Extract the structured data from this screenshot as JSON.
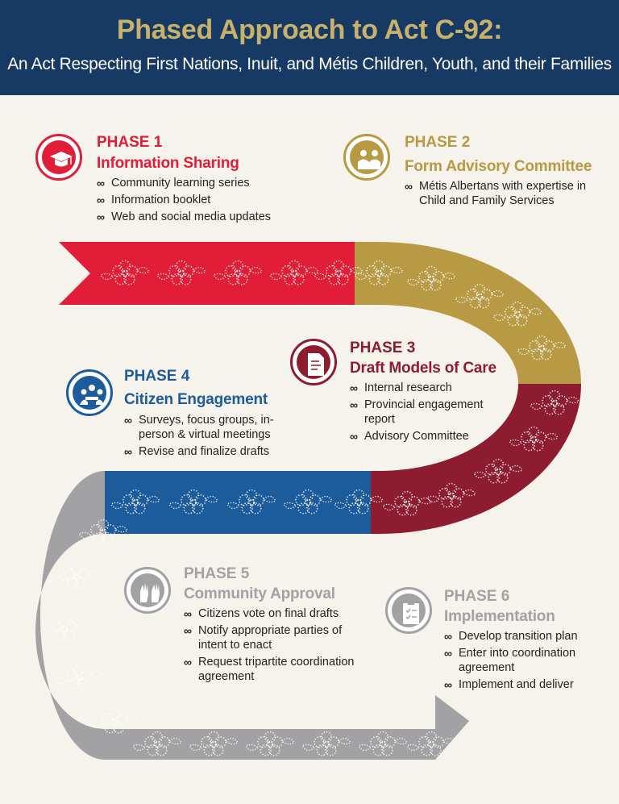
{
  "header": {
    "title": "Phased Approach to Act C-92:",
    "subtitle": "An Act Respecting First Nations, Inuit, and Métis Children, Youth, and their Families"
  },
  "colors": {
    "header_bg": "#163a64",
    "title": "#c8b16a",
    "background": "#f6f3ec",
    "phase1": "#e21d38",
    "phase2": "#b89a45",
    "phase3": "#8d1c30",
    "phase4": "#1c5b9c",
    "phase5": "#a2a2a4",
    "phase6": "#a2a2a4"
  },
  "phases": [
    {
      "label": "PHASE 1",
      "name": "Information Sharing",
      "icon": "graduation-cap-icon",
      "items": [
        "Community learning series",
        "Information booklet",
        "Web and social media updates"
      ]
    },
    {
      "label": "PHASE 2",
      "name": "Form Advisory Committee",
      "icon": "people-group-icon",
      "items": [
        "Métis Albertans with expertise in Child and Family Services"
      ]
    },
    {
      "label": "PHASE 3",
      "name": "Draft Models of Care",
      "icon": "document-pen-icon",
      "items": [
        "Internal research",
        "Provincial engagement report",
        "Advisory Committee"
      ]
    },
    {
      "label": "PHASE 4",
      "name": "Citizen Engagement",
      "icon": "meeting-people-icon",
      "items": [
        "Surveys, focus groups, in-person & virtual meetings",
        "Revise and finalize drafts"
      ]
    },
    {
      "label": "PHASE 5",
      "name": "Community Approval",
      "icon": "raised-hands-icon",
      "items": [
        "Citizens vote on final drafts",
        "Notify appropriate parties of intent to enact",
        "Request tripartite coordination agreement"
      ]
    },
    {
      "label": "PHASE 6",
      "name": "Implementation",
      "icon": "clipboard-checklist-icon",
      "items": [
        "Develop transition plan",
        "Enter into coordination agreement",
        "Implement and deliver"
      ]
    }
  ]
}
